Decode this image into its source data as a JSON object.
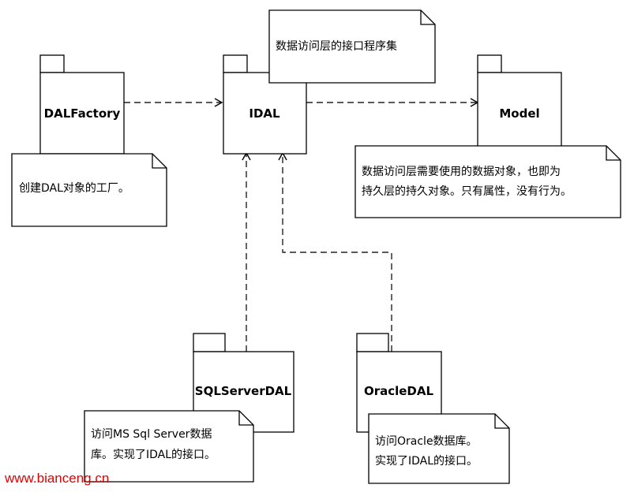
{
  "packages": {
    "dalfactory": {
      "name": "DALFactory"
    },
    "idal": {
      "name": "IDAL"
    },
    "model": {
      "name": "Model"
    },
    "sqlserverdal": {
      "name": "SQLServerDAL"
    },
    "oracledal": {
      "name": "OracleDAL"
    }
  },
  "notes": {
    "idal_note": {
      "lines": [
        "数据访问层的接口程序集"
      ]
    },
    "dalfactory_note": {
      "lines": [
        "创建DAL对象的工厂。"
      ]
    },
    "model_note": {
      "lines": [
        "数据访问层需要使用的数据对象，也即为",
        "持久层的持久对象。只有属性，没有行为。"
      ]
    },
    "sqlserver_note": {
      "lines": [
        "访问MS Sql Server数据",
        "库。实现了IDAL的接口。"
      ]
    },
    "oracle_note": {
      "lines": [
        "访问Oracle数据库。",
        "实现了IDAL的接口。"
      ]
    }
  },
  "watermark": "www.bianceng.cn"
}
